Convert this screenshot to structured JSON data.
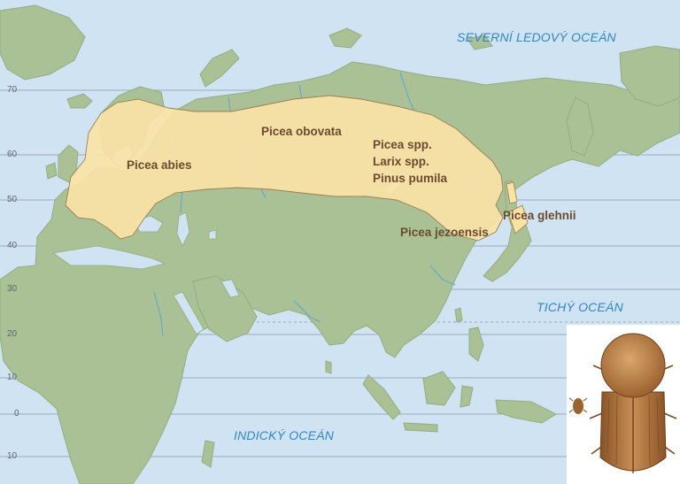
{
  "oceans": {
    "arctic": "SEVERNÍ LEDOVÝ OCEÁN",
    "pacific": "TICHÝ OCEÁN",
    "indian": "INDICKÝ OCEÁN"
  },
  "species": {
    "picea_abies": "Picea abies",
    "picea_obovata": "Picea obovata",
    "picea_spp": "Picea spp.",
    "larix_spp": "Larix spp.",
    "pinus_pumila": "Pinus pumila",
    "picea_jezoensis": "Picea jezoensis",
    "picea_glehnii": "Picea glehnii"
  },
  "latitudes": [
    "70",
    "60",
    "50",
    "40",
    "30",
    "20",
    "10",
    "0",
    "10"
  ],
  "colors": {
    "water": "#cfe3f2",
    "land": "#a9c194",
    "range": "#fbe3a6",
    "ocean_text": "#2f86c9",
    "species_text": "#6b4a2e"
  },
  "icons": {
    "beetle_large": "bark-beetle-icon",
    "beetle_small": "small-beetle-icon"
  }
}
